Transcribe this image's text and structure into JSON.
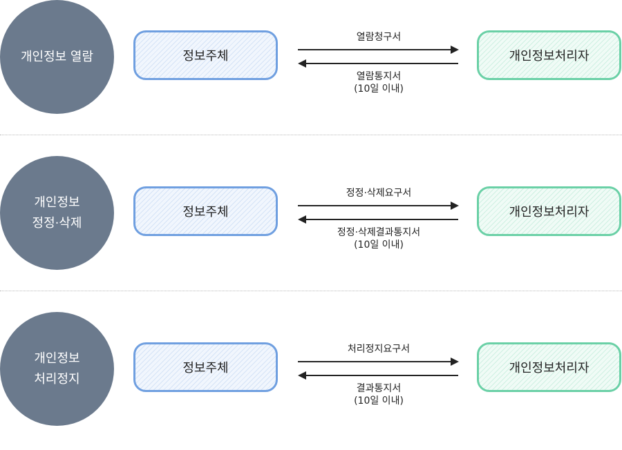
{
  "colors": {
    "circle": "#6b7a8d",
    "subject_border": "#6f9fe0",
    "processor_border": "#6ad0a6",
    "arrow": "#222222",
    "divider": "#b8b8b8"
  },
  "rows": [
    {
      "circle_lines": [
        "개인정보 열람"
      ],
      "subject": "정보주체",
      "request": "열람청구서",
      "response": "열람통지서",
      "deadline": "(10일 이내)",
      "processor": "개인정보처리자"
    },
    {
      "circle_lines": [
        "개인정보",
        "정정·삭제"
      ],
      "subject": "정보주체",
      "request": "정정·삭제요구서",
      "response": "정정·삭제결과통지서",
      "deadline": "(10일 이내)",
      "processor": "개인정보처리자"
    },
    {
      "circle_lines": [
        "개인정보",
        "처리정지"
      ],
      "subject": "정보주체",
      "request": "처리정지요구서",
      "response": "결과통지서",
      "deadline": "(10일 이내)",
      "processor": "개인정보처리자"
    }
  ]
}
